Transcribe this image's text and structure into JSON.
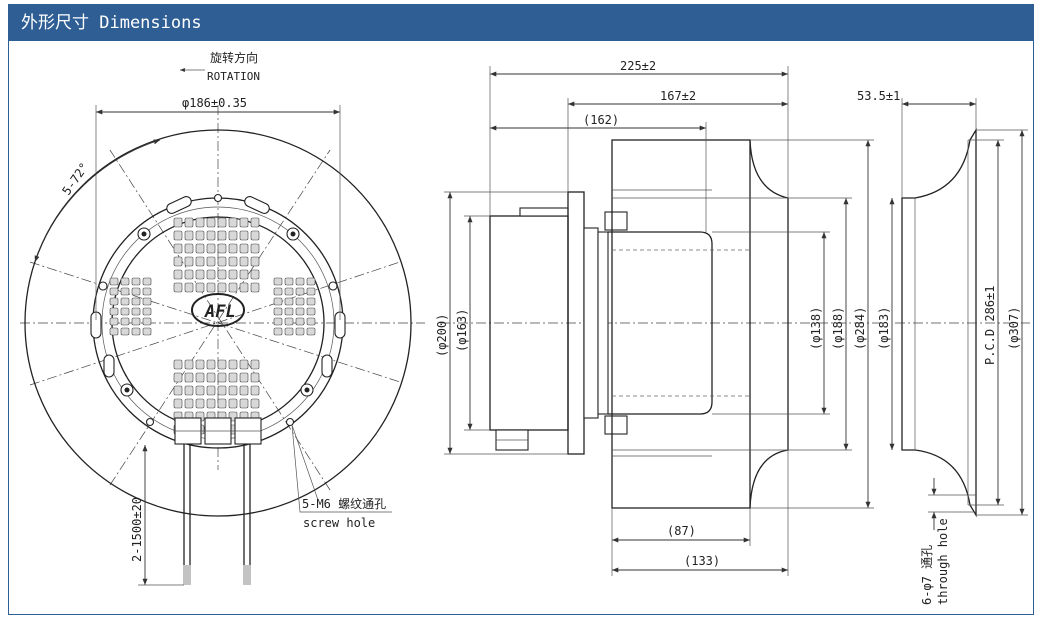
{
  "header": {
    "title": "外形尺寸 Dimensions"
  },
  "front_view": {
    "rotation_cn": "旋转方向",
    "rotation_en": "ROTATION",
    "dia_186": "φ186±0.35",
    "angle": "5-72°",
    "cable_length": "2-1500±20",
    "screw_cn": "5-M6 螺纹通孔",
    "screw_en": "screw hole",
    "logo_text": "AFL"
  },
  "side_view": {
    "len_225": "225±2",
    "len_167": "167±2",
    "len_162": "(162)",
    "dia_200": "(φ200)",
    "dia_163": "(φ163)",
    "dia_138": "(φ138)",
    "dia_188": "(φ188)",
    "dia_284": "(φ284)",
    "len_87": "(87)",
    "len_133": "(133)"
  },
  "ring_view": {
    "len_53": "53.5±1",
    "dia_183": "(φ183)",
    "pcd": "P.C.D 286±1",
    "dia_307": "(φ307)",
    "hole_cn": "6-φ7 通孔",
    "hole_en": "through hole"
  },
  "colors": {
    "header_bg": "#2e5e94",
    "line": "#222222"
  }
}
